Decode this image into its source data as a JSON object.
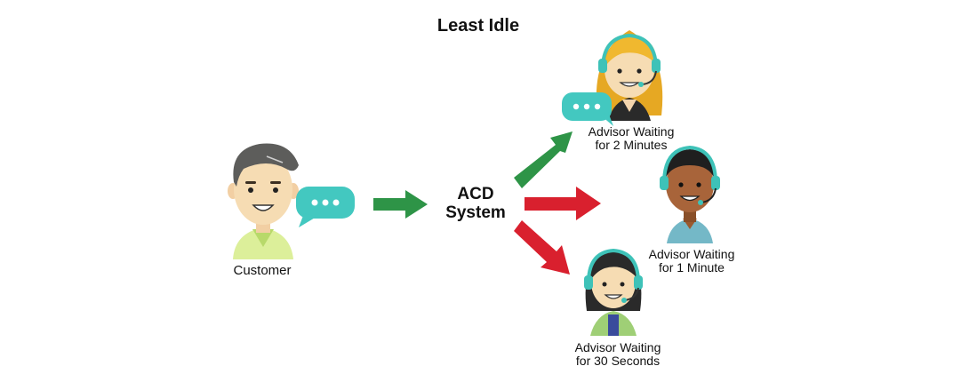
{
  "title": "Least Idle",
  "system": {
    "line1": "ACD",
    "line2": "System"
  },
  "customer": {
    "label": "Customer",
    "icon": "customer-person-icon"
  },
  "advisors": [
    {
      "line1": "Advisor Waiting",
      "line2": "for 2 Minutes",
      "icon": "advisor-blonde-headset-icon",
      "selected": true
    },
    {
      "line1": "Advisor Waiting",
      "line2": "for 1 Minute",
      "icon": "advisor-dark-headset-icon",
      "selected": false
    },
    {
      "line1": "Advisor Waiting",
      "line2": "for 30 Seconds",
      "icon": "advisor-black-hair-headset-icon",
      "selected": false
    }
  ],
  "colors": {
    "route_selected": "#2e9447",
    "route_rejected": "#d9202e",
    "chat_bubble": "#43c8c0",
    "headset": "#3ec2b8"
  }
}
